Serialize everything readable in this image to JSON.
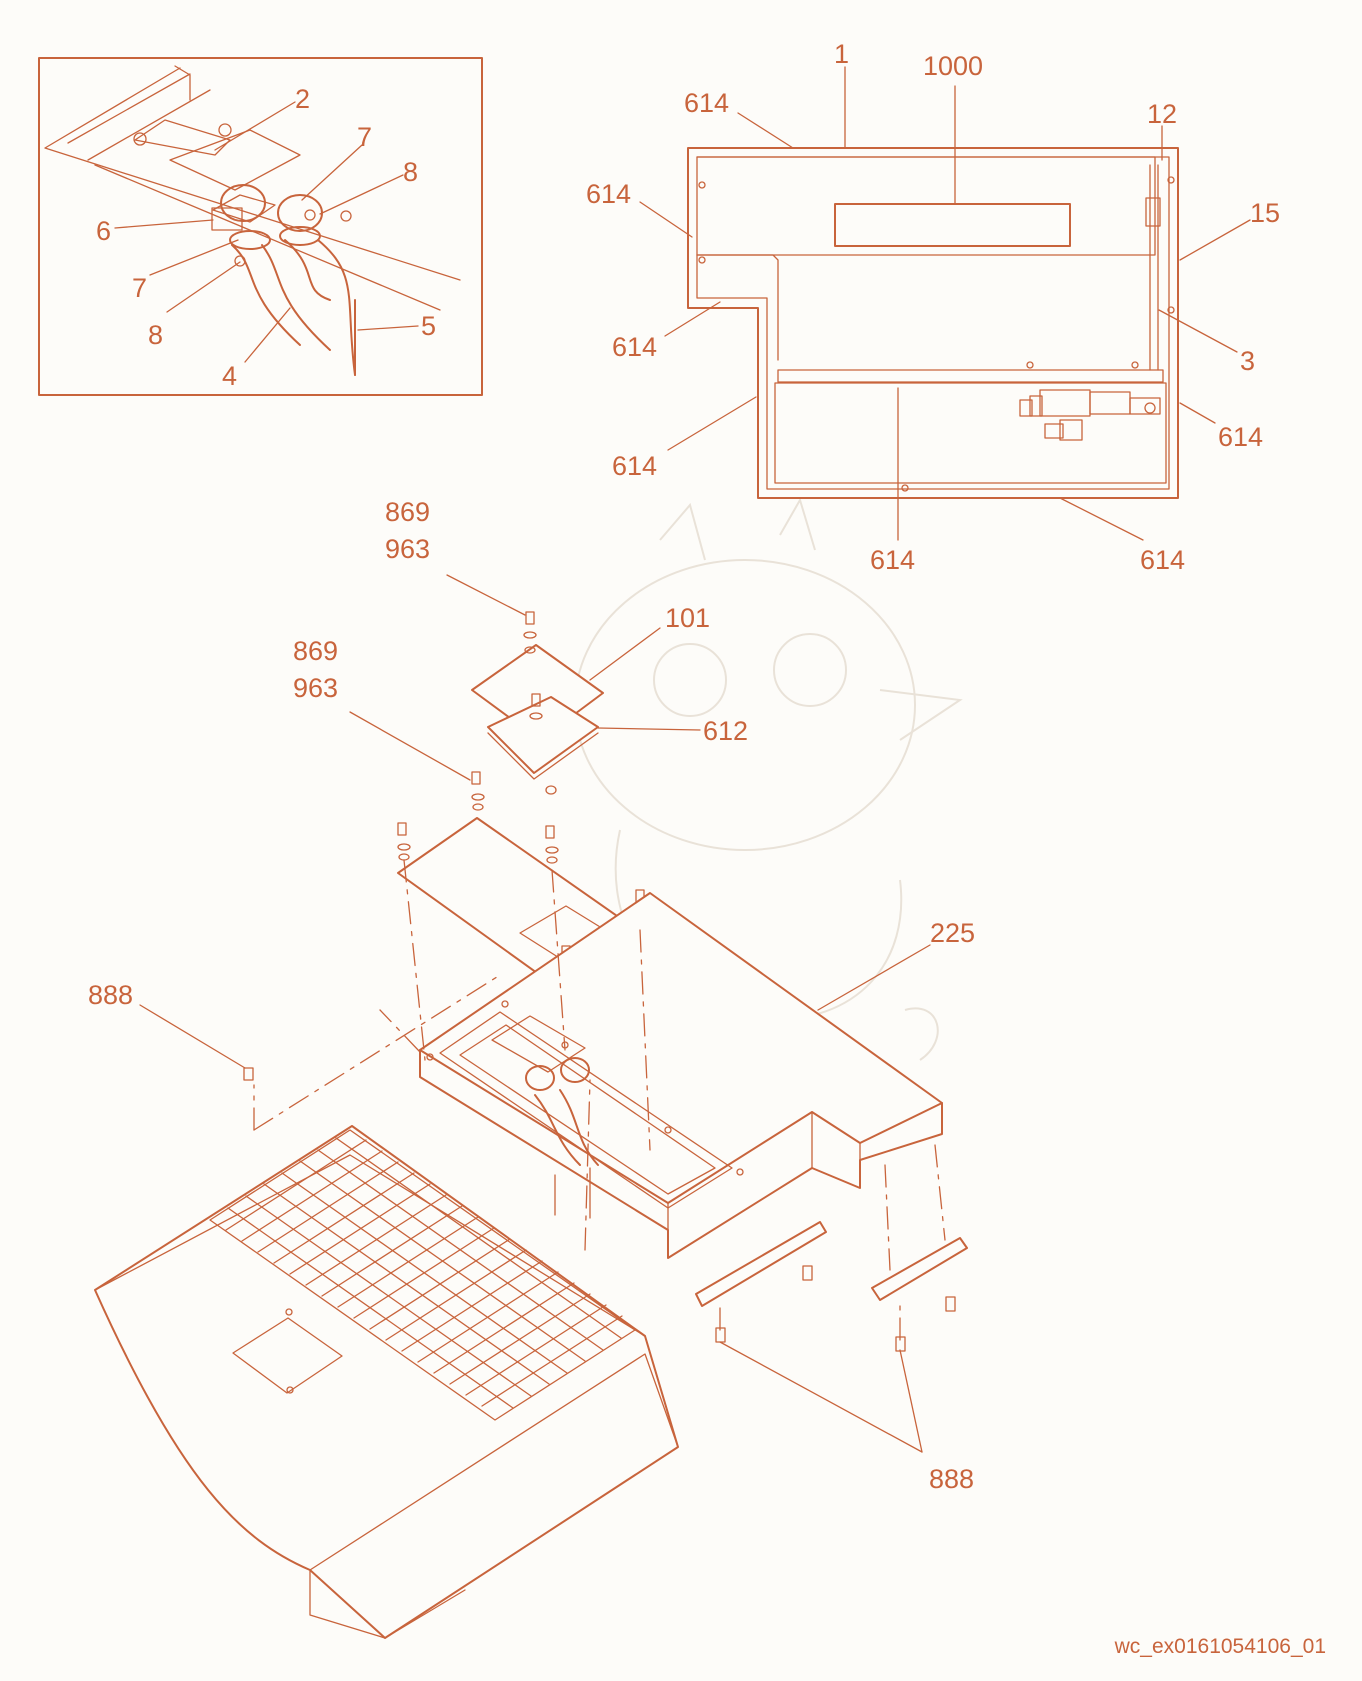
{
  "callouts": {
    "inset": [
      "2",
      "7",
      "8",
      "6",
      "7",
      "8",
      "4",
      "5"
    ],
    "overview": [
      "1",
      "1000",
      "614",
      "614",
      "614",
      "12",
      "15",
      "3",
      "614",
      "614",
      "614",
      "614"
    ],
    "exploded": [
      "869",
      "963",
      "101",
      "869",
      "963",
      "612",
      "225",
      "888",
      "888"
    ]
  },
  "footer": {
    "code": "wc_ex0161054106_01"
  },
  "colors": {
    "line": "#c8643c",
    "background": "#fdfcf9",
    "watermark": "#e9e2d8"
  }
}
